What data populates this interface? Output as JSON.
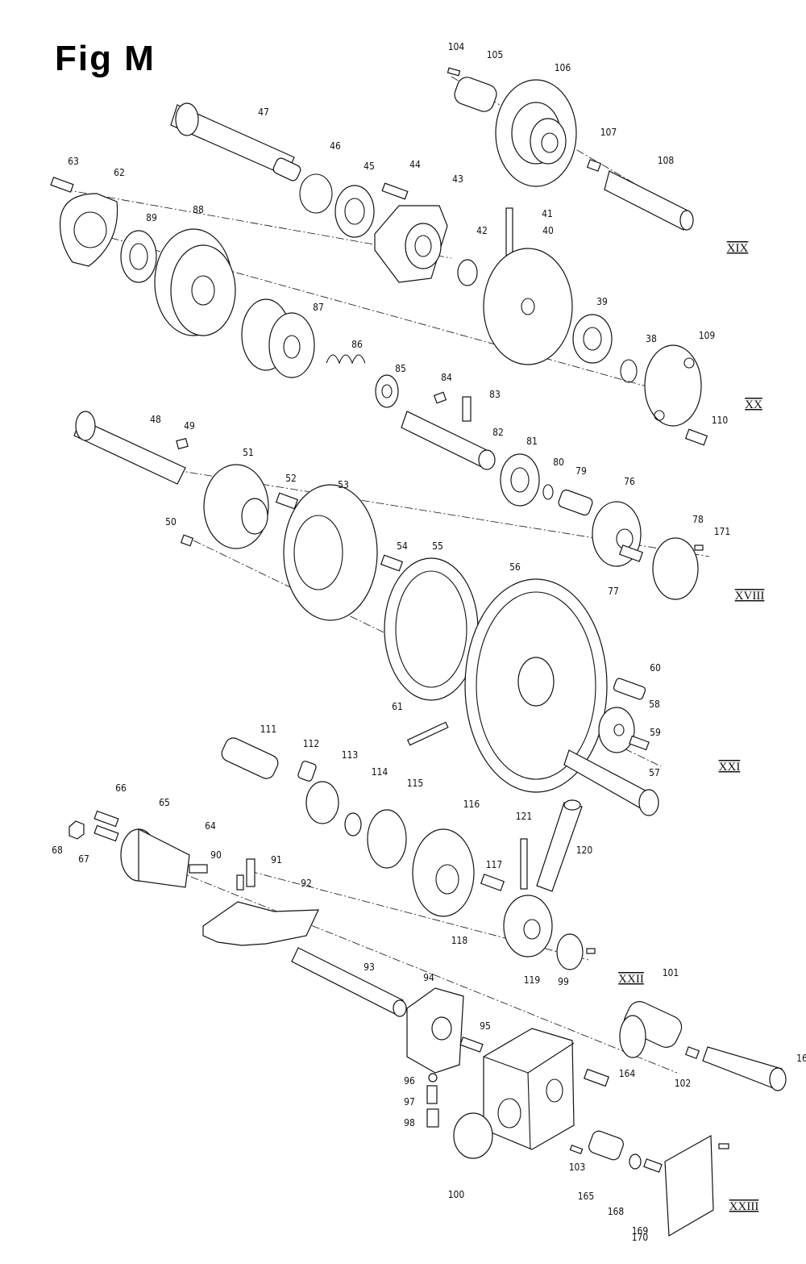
{
  "figure": {
    "title": "Fig M"
  },
  "groups": [
    "XIX",
    "XX",
    "XVIII",
    "XXI",
    "XXII",
    "XXIII"
  ],
  "parts": [
    "104",
    "105",
    "106",
    "107",
    "108",
    "47",
    "46",
    "45",
    "44",
    "43",
    "63",
    "62",
    "89",
    "88",
    "41",
    "40",
    "42",
    "87",
    "86",
    "85",
    "84",
    "83",
    "39",
    "38",
    "109",
    "110",
    "48",
    "49",
    "82",
    "81",
    "80",
    "79",
    "76",
    "51",
    "52",
    "50",
    "53",
    "54",
    "55",
    "56",
    "78",
    "171",
    "77",
    "60",
    "58",
    "59",
    "61",
    "57",
    "111",
    "112",
    "113",
    "114",
    "115",
    "116",
    "121",
    "120",
    "66",
    "65",
    "64",
    "68",
    "67",
    "90",
    "91",
    "117",
    "118",
    "119",
    "92",
    "93",
    "94",
    "101",
    "95",
    "99",
    "164",
    "102",
    "16",
    "96",
    "97",
    "98",
    "103",
    "165",
    "168",
    "169",
    "100",
    "170"
  ]
}
